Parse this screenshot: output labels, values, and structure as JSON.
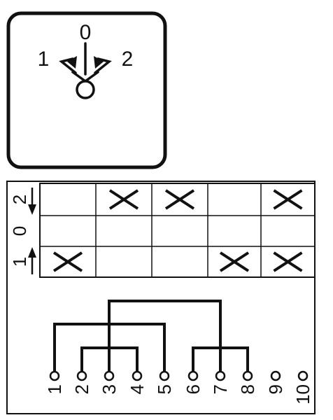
{
  "switch_symbol": {
    "positions": [
      "1",
      "0",
      "2"
    ]
  },
  "contact_table": {
    "rows": [
      {
        "label": "2",
        "cells": [
          false,
          true,
          true,
          false,
          true
        ]
      },
      {
        "label": "0",
        "cells": [
          false,
          false,
          false,
          false,
          false
        ]
      },
      {
        "label": "1",
        "cells": [
          true,
          false,
          false,
          true,
          true
        ]
      }
    ]
  },
  "terminals": {
    "labels": [
      "1",
      "2",
      "3",
      "4",
      "5",
      "6",
      "7",
      "8",
      "9",
      "10"
    ]
  }
}
